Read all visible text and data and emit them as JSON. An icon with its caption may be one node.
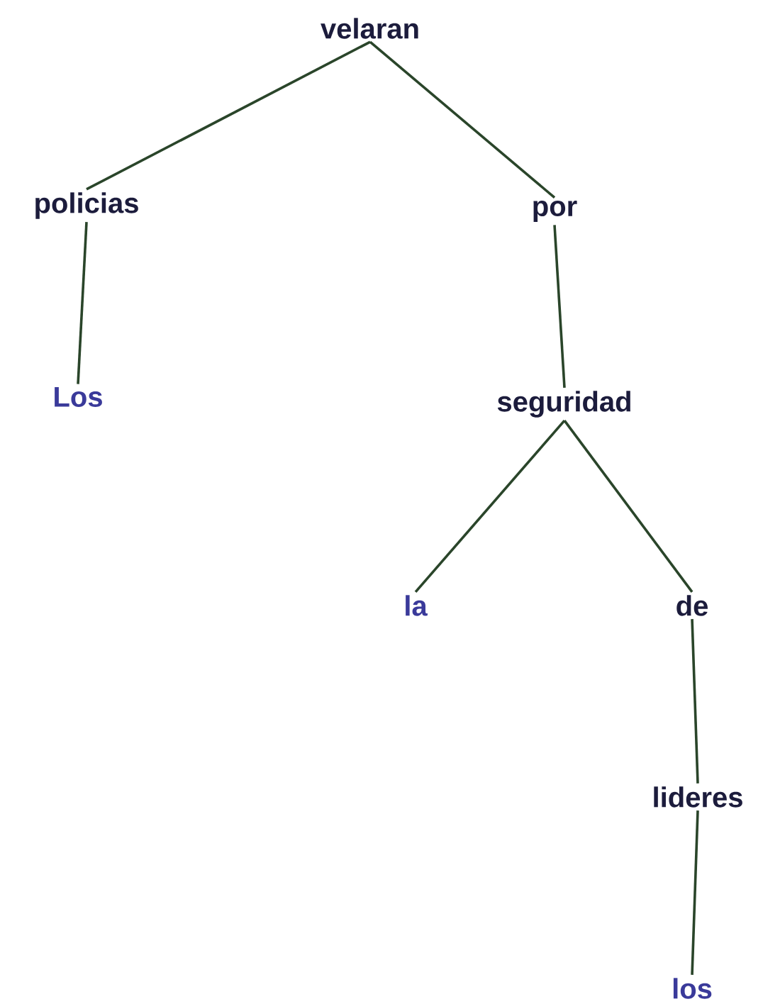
{
  "diagram": {
    "nodes": [
      {
        "text": [
          "velaran"
        ]
      },
      {
        "text": [
          "policias"
        ]
      },
      {
        "text": [
          "por"
        ]
      },
      {
        "text": [
          "Los"
        ]
      },
      {
        "text": [
          "seguridad"
        ]
      },
      {
        "text": [
          "la"
        ]
      },
      {
        "text": [
          "de"
        ]
      },
      {
        "text": [
          "lideres"
        ]
      },
      {
        "text": [
          "los"
        ]
      }
    ],
    "edges": [
      {
        "from": 0,
        "to": 1,
        "arrow": "none"
      },
      {
        "from": 0,
        "to": 2,
        "arrow": "none"
      },
      {
        "from": 1,
        "to": 3,
        "arrow": "none"
      },
      {
        "from": 2,
        "to": 4,
        "arrow": "none"
      },
      {
        "from": 4,
        "to": 5,
        "arrow": "none"
      },
      {
        "from": 4,
        "to": 6,
        "arrow": "none"
      },
      {
        "from": 6,
        "to": 7,
        "arrow": "none"
      },
      {
        "from": 7,
        "to": 8,
        "arrow": "none"
      }
    ]
  }
}
